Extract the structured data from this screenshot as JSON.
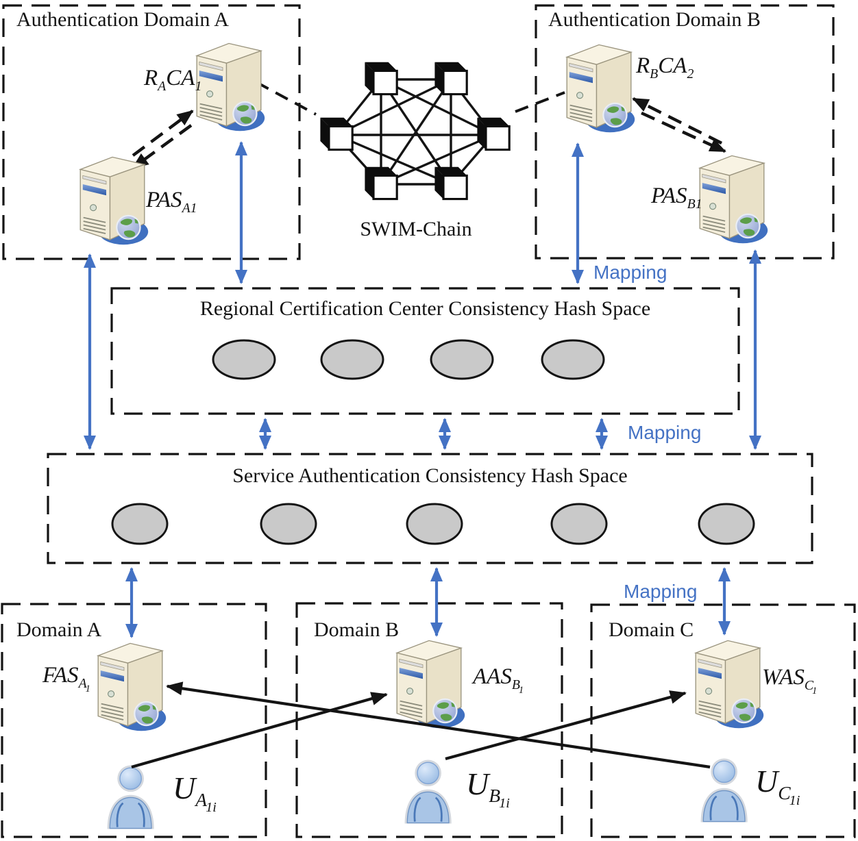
{
  "domains": {
    "auth_a": {
      "title": "Authentication Domain A"
    },
    "auth_b": {
      "title": "Authentication Domain B"
    },
    "dom_a": {
      "title": "Domain A"
    },
    "dom_b": {
      "title": "Domain B"
    },
    "dom_c": {
      "title": "Domain C"
    }
  },
  "swim_chain": {
    "label": "SWIM-Chain",
    "node_count": 6
  },
  "hash_spaces": {
    "regional": {
      "title": "Regional Certification Center Consistency Hash Space",
      "node_count": 4
    },
    "service": {
      "title": "Service Authentication Consistency Hash Space",
      "node_count": 5
    }
  },
  "mapping_labels": {
    "m1": "Mapping",
    "m2": "Mapping",
    "m3": "Mapping"
  },
  "servers": {
    "ra_ca": {
      "p1": "R",
      "s1": "A",
      "p2": "CA",
      "s2": "1"
    },
    "rb_ca": {
      "p1": "R",
      "s1": "B",
      "p2": "CA",
      "s2": "2"
    },
    "pas_a": {
      "p1": "PAS",
      "s1": "A1"
    },
    "pas_b": {
      "p1": "PAS",
      "s1": "B1"
    },
    "fas": {
      "p1": "FAS",
      "s1": "A",
      "s2": "1"
    },
    "aas": {
      "p1": "AAS",
      "s1": "B",
      "s2": "1"
    },
    "was": {
      "p1": "WAS",
      "s1": "C",
      "s2": "1"
    }
  },
  "users": {
    "user_a": {
      "p1": "U",
      "s1": "A",
      "s2": "1i"
    },
    "user_b": {
      "p1": "U",
      "s1": "B",
      "s2": "1i"
    },
    "user_c": {
      "p1": "U",
      "s1": "C",
      "s2": "1i"
    }
  },
  "colors": {
    "accent_blue": "#4472c4",
    "line_black": "#141414",
    "ellipse_fill": "#c9c9c9",
    "server_body": "#efe8d2",
    "user_body": "#a9c5e6"
  }
}
